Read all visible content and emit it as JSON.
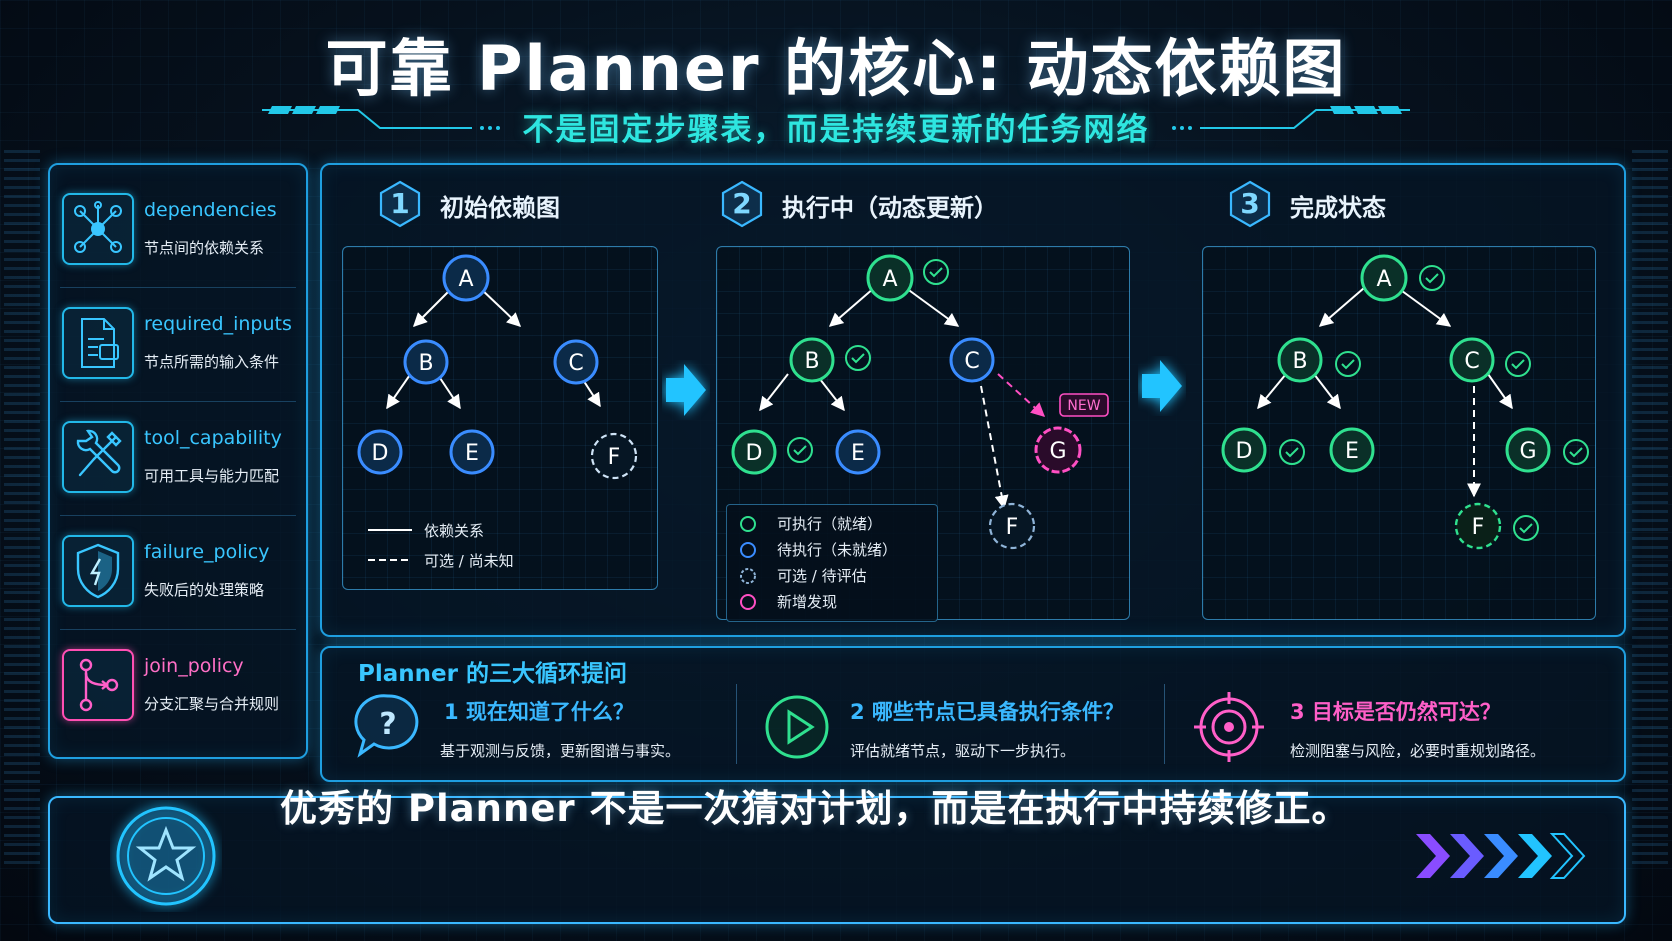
{
  "header": {
    "title": "可靠 Planner 的核心: 动态依赖图",
    "subtitle": "不是固定步骤表，而是持续更新的任务网络"
  },
  "sidebar": {
    "items": [
      {
        "key": "dependencies",
        "desc": "节点间的依赖关系",
        "icon": "network-nodes-icon"
      },
      {
        "key": "required_inputs",
        "desc": "节点所需的输入条件",
        "icon": "document-input-icon"
      },
      {
        "key": "tool_capability",
        "desc": "可用工具与能力匹配",
        "icon": "wrench-screwdriver-icon"
      },
      {
        "key": "failure_policy",
        "desc": "失败后的处理策略",
        "icon": "shield-icon"
      },
      {
        "key": "join_policy",
        "desc": "分支汇聚与合并规则",
        "icon": "branch-merge-icon"
      }
    ]
  },
  "steps": [
    {
      "num": "1",
      "label": "初始依赖图"
    },
    {
      "num": "2",
      "label": "执行中（动态更新）"
    },
    {
      "num": "3",
      "label": "完成状态"
    }
  ],
  "graph1": {
    "nodes": {
      "A": "A",
      "B": "B",
      "C": "C",
      "D": "D",
      "E": "E",
      "F": "F"
    },
    "legend": {
      "solid": "依赖关系",
      "dashed": "可选 / 尚未知"
    }
  },
  "graph2": {
    "nodes": {
      "A": "A",
      "B": "B",
      "C": "C",
      "D": "D",
      "E": "E",
      "F": "F",
      "G": "G"
    },
    "new_badge": "NEW",
    "legend": [
      {
        "label": "可执行（就绪）",
        "color": "#2fe08f"
      },
      {
        "label": "待执行（未就绪）",
        "color": "#3a8cff"
      },
      {
        "label": "可选 / 待评估",
        "color": "#8fb4d8"
      },
      {
        "label": "新增发现",
        "color": "#ff4fc3"
      }
    ]
  },
  "graph3": {
    "nodes": {
      "A": "A",
      "B": "B",
      "C": "C",
      "D": "D",
      "E": "E",
      "F": "F",
      "G": "G"
    }
  },
  "questions": {
    "title": "Planner 的三大循环提问",
    "items": [
      {
        "head": "1 现在知道了什么？",
        "desc": "基于观测与反馈，更新图谱与事实。",
        "icon": "question-bubble-icon",
        "color": "#3ab8ff"
      },
      {
        "head": "2 哪些节点已具备执行条件？",
        "desc": "评估就绪节点，驱动下一步执行。",
        "icon": "play-icon",
        "color": "#3ab8ff"
      },
      {
        "head": "3 目标是否仍然可达？",
        "desc": "检测阻塞与风险，必要时重规划路径。",
        "icon": "target-icon",
        "color": "#ff5fc8"
      }
    ]
  },
  "footer": {
    "text": "优秀的 Planner 不是一次猜对计划，而是在执行中持续修正。"
  }
}
